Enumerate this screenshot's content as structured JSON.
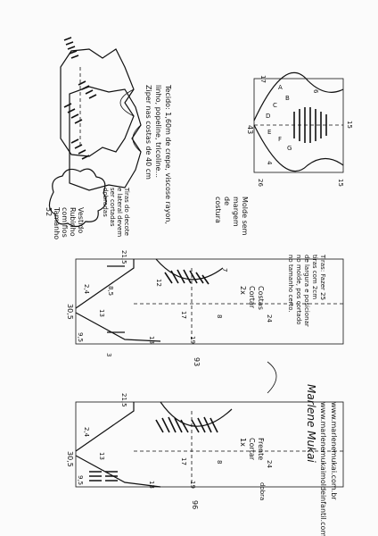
{
  "title": [
    "Vestido",
    "Rubinho",
    "com fios",
    "Tamanho",
    "52"
  ],
  "notes": {
    "tecido": [
      "Tecido: 1,60m de crepe, viscose rayon,",
      "linho, popeline, tricoline...",
      "Ziper nas costas de 40 cm"
    ],
    "tiras": [
      "Tiras do decote",
      "e lateral devem",
      "ser cortadas",
      "dobradas"
    ],
    "molde": [
      "Molde sem",
      "margem",
      "de",
      "costura"
    ],
    "tiras_fazer": [
      "Tiras: Fazer 25",
      "tiras com 2cm",
      "de largura e posicionar",
      "no molde, pos cortado",
      "no tamanho certo."
    ]
  },
  "signature": "Marlene Mukai",
  "websites": [
    "www.marlenemukai.com.br",
    "www.marlenemukaimoldeinfantil.com.br"
  ],
  "back_piece": {
    "labels": [
      "Costas",
      "Cortar",
      "2x"
    ],
    "measures": [
      "30,5",
      "21,5",
      "2,4",
      "9,5",
      "13",
      "8,5",
      "3",
      "12",
      "17",
      "13",
      "19",
      "93",
      "8",
      "24",
      "7"
    ]
  },
  "front_piece": {
    "labels": [
      "Frente",
      "Cortar",
      "1x"
    ],
    "measures": [
      "30,5",
      "21,5",
      "2,4",
      "9,5",
      "13",
      "17",
      "13",
      "19",
      "96",
      "8",
      "24",
      "dobra"
    ]
  },
  "sleeve_piece": {
    "measures": [
      "43",
      "17",
      "15",
      "26",
      "15",
      "4",
      "6"
    ],
    "letters": [
      "A",
      "B",
      "C",
      "D",
      "E",
      "F",
      "G"
    ]
  }
}
